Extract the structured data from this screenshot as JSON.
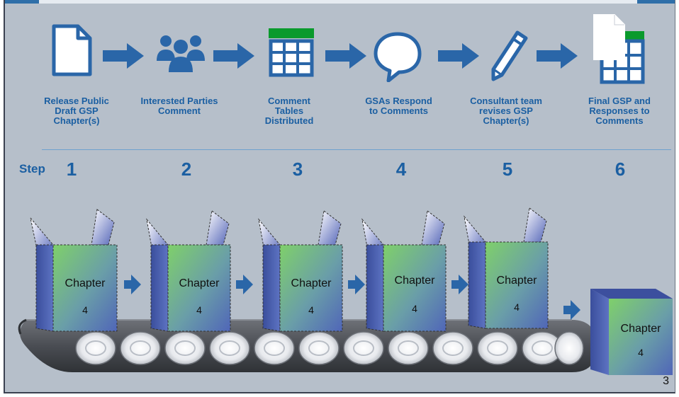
{
  "steps": [
    {
      "label": "Release Public Draft GSP Chapter(s)",
      "number": "1",
      "icon": "document-icon"
    },
    {
      "label": "Interested Parties Comment",
      "number": "2",
      "icon": "people-icon"
    },
    {
      "label": "Comment Tables Distributed",
      "number": "3",
      "icon": "table-icon"
    },
    {
      "label": "GSAs Respond to Comments",
      "number": "4",
      "icon": "speech-bubble-icon"
    },
    {
      "label": "Consultant team revises GSP Chapter(s)",
      "number": "5",
      "icon": "pencil-icon"
    },
    {
      "label": "Final GSP and Responses to Comments",
      "number": "6",
      "icon": "document-table-icon"
    }
  ],
  "step_word": "Step",
  "boxes": [
    {
      "title": "Chapter",
      "number": "4"
    },
    {
      "title": "Chapter",
      "number": "4"
    },
    {
      "title": "Chapter",
      "number": "4"
    },
    {
      "title": "Chapter",
      "number": "4"
    },
    {
      "title": "Chapter",
      "number": "4"
    },
    {
      "title": "Chapter",
      "number": "4"
    }
  ],
  "page_number": "3",
  "colors": {
    "background": "#b6bfca",
    "accent_blue": "#2a66a8",
    "label_blue": "#1b5fa2",
    "table_header_green": "#0a9a2c"
  }
}
